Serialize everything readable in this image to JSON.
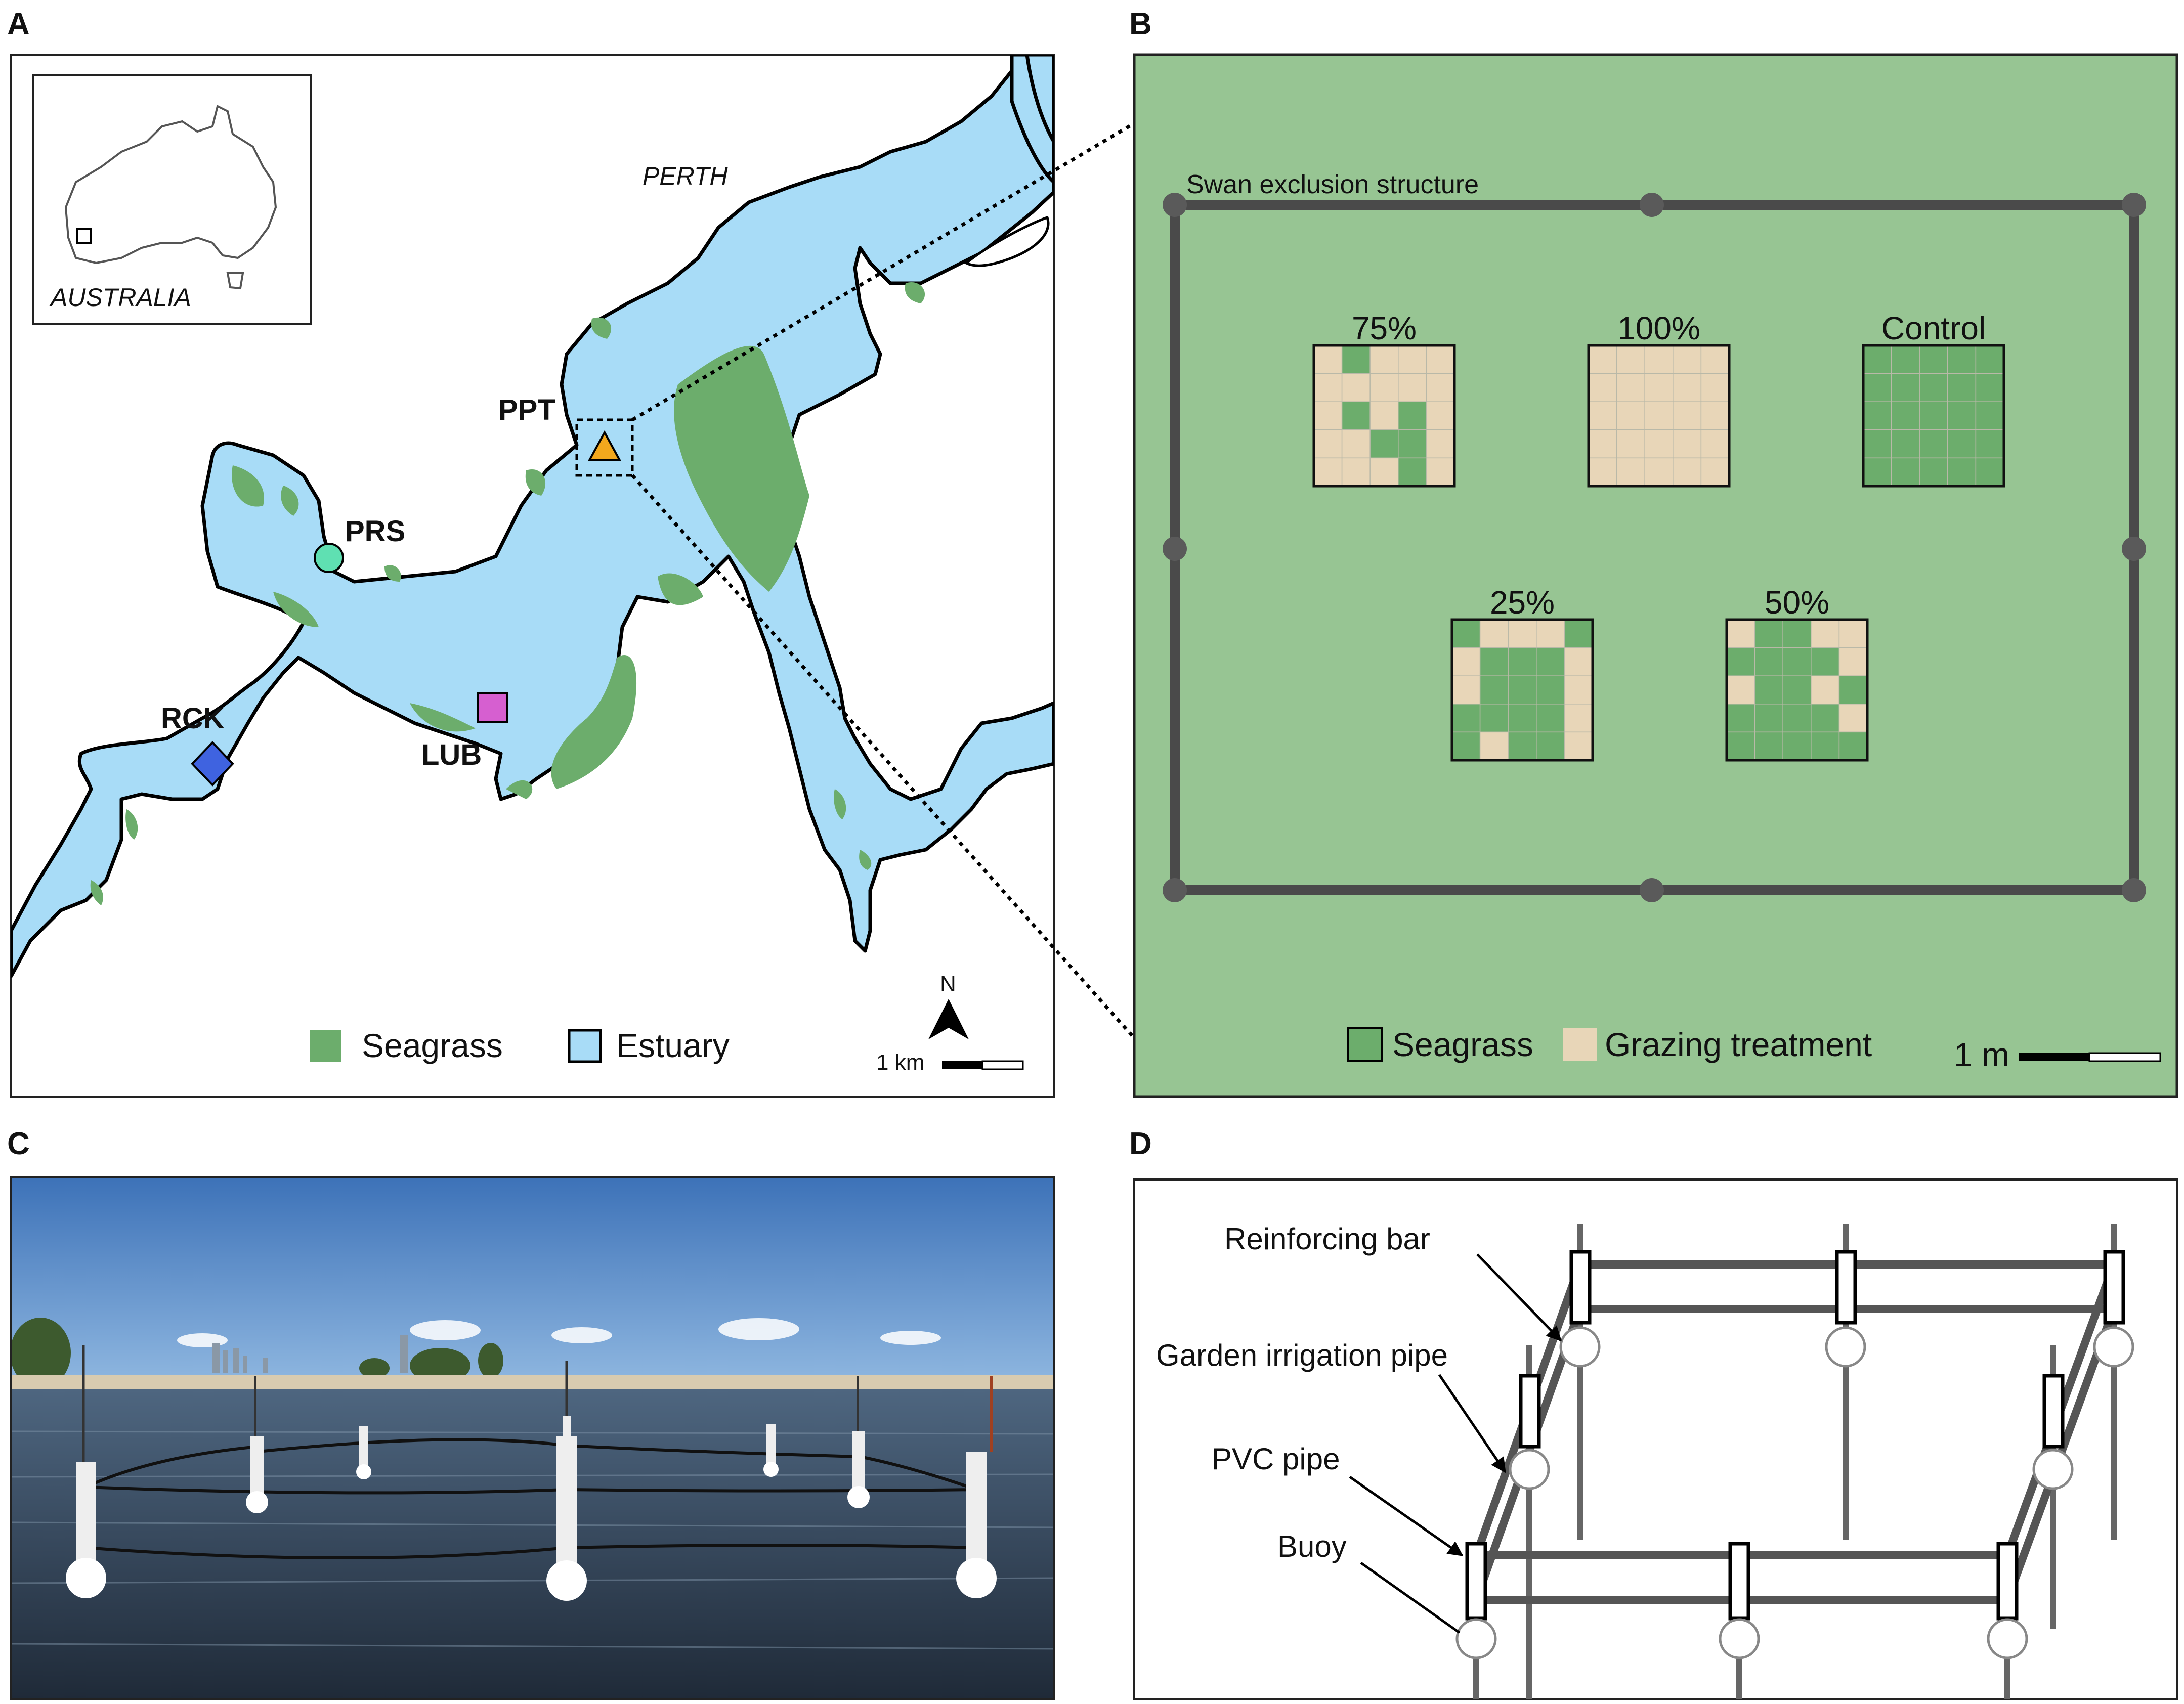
{
  "panels": {
    "a": {
      "letter": "A"
    },
    "b": {
      "letter": "B"
    },
    "c": {
      "letter": "C"
    },
    "d": {
      "letter": "D"
    }
  },
  "map": {
    "inset_label": "AUSTRALIA",
    "city_label": "PERTH",
    "sites": [
      {
        "code": "PPT",
        "marker": "triangle",
        "color": "#f2a81d"
      },
      {
        "code": "PRS",
        "marker": "circle",
        "color": "#5fe0b2"
      },
      {
        "code": "LUB",
        "marker": "square",
        "color": "#d65fd0"
      },
      {
        "code": "RCK",
        "marker": "diamond",
        "color": "#3f63e0"
      }
    ],
    "legend": [
      {
        "label": "Seagrass",
        "color": "#6cad6c"
      },
      {
        "label": "Estuary",
        "color": "#a8dcf7"
      }
    ],
    "north_label": "N",
    "scale_label": "1 km"
  },
  "experiment": {
    "structure_label": "Swan exclusion structure",
    "plots": [
      {
        "label": "75%",
        "grazed_fraction": 0.75
      },
      {
        "label": "100%",
        "grazed_fraction": 1.0
      },
      {
        "label": "Control",
        "grazed_fraction": 0.0
      },
      {
        "label": "25%",
        "grazed_fraction": 0.25
      },
      {
        "label": "50%",
        "grazed_fraction": 0.5
      }
    ],
    "legend": [
      {
        "label": "Seagrass",
        "color": "#6cad6c"
      },
      {
        "label": "Grazing treatment",
        "color": "#e8d6b8"
      }
    ],
    "scale_label": "1 m",
    "colors": {
      "background": "#97c593",
      "frame": "#4a4a4a"
    }
  },
  "photo": {
    "description_colors": {
      "sky": "#4f86c6",
      "water": "#2c3a4c",
      "sand": "#d8cbb0"
    }
  },
  "schematic": {
    "labels": [
      {
        "text": "Reinforcing bar"
      },
      {
        "text": "Garden irrigation pipe"
      },
      {
        "text": "PVC pipe"
      },
      {
        "text": "Buoy"
      }
    ]
  }
}
